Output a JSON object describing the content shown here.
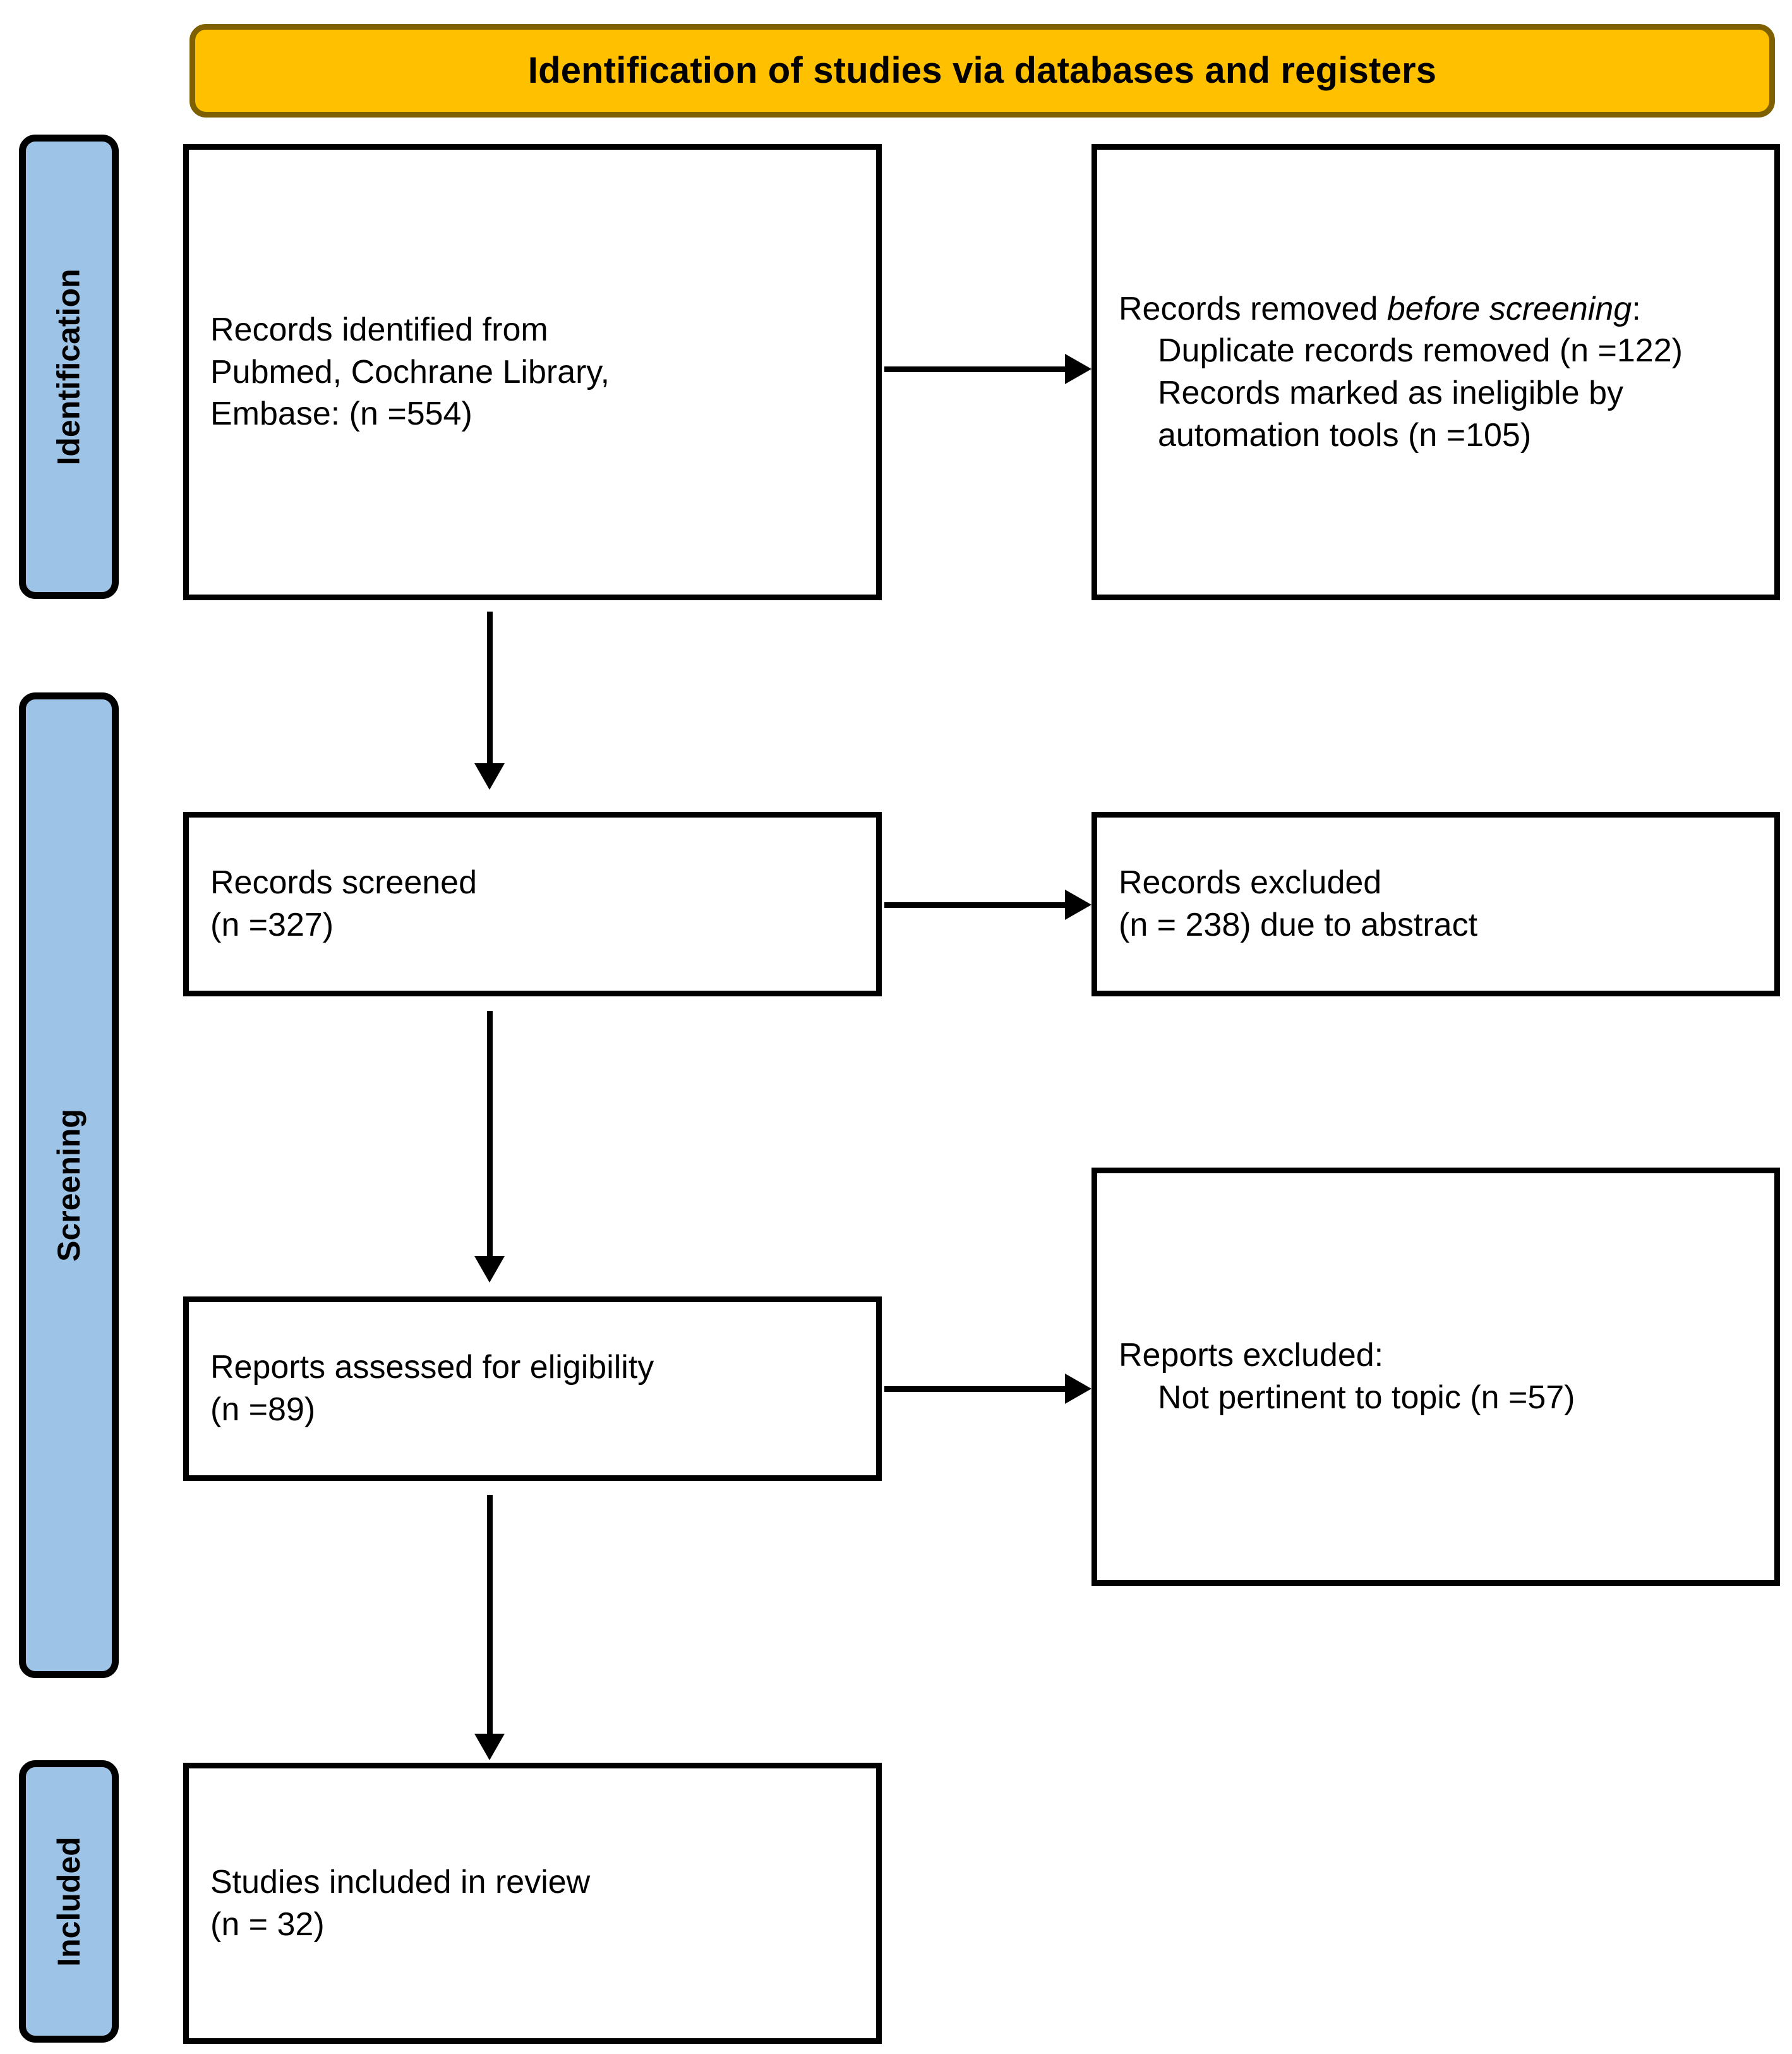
{
  "banner": {
    "title": "Identification of studies via databases and registers",
    "fill_color": "#FFC000",
    "border_color": "#7F6000"
  },
  "stages": {
    "fill_color": "#9DC3E6",
    "border_color": "#000000",
    "identification": "Identification",
    "screening": "Screening",
    "included": "Included"
  },
  "boxes": {
    "identified": {
      "line1": "Records identified from",
      "line2": "Pubmed, Cochrane Library,",
      "line3": "Embase: (n =554)"
    },
    "removed": {
      "lead_plain": "Records removed ",
      "lead_italic": "before screening",
      "lead_colon": ":",
      "item1": "Duplicate records removed (n =122)",
      "item2": "Records marked as ineligible by automation tools (n =105)"
    },
    "screened": {
      "line1": "Records screened",
      "line2": "(n =327)"
    },
    "records_excluded": {
      "line1": "Records excluded",
      "line2": "(n = 238) due to abstract"
    },
    "eligibility": {
      "line1": "Reports assessed for eligibility",
      "line2": "(n =89)"
    },
    "reports_excluded": {
      "line1": "Reports excluded:",
      "item1": "Not pertinent to topic (n =57)"
    },
    "included": {
      "line1": "Studies included in review",
      "line2": "(n = 32)"
    }
  },
  "chart_data": {
    "type": "diagram",
    "title": "Identification of studies via databases and registers",
    "diagram_kind": "PRISMA 2020 flow diagram",
    "stages": [
      "Identification",
      "Screening",
      "Included"
    ],
    "nodes": [
      {
        "id": "identified",
        "stage": "Identification",
        "column": "left",
        "label": "Records identified from Pubmed, Cochrane Library, Embase: (n =554)",
        "n": 554
      },
      {
        "id": "removed",
        "stage": "Identification",
        "column": "right",
        "label": "Records removed before screening: Duplicate records removed (n =122); Records marked as ineligible by automation tools (n =105)",
        "n_duplicates": 122,
        "n_automation": 105
      },
      {
        "id": "screened",
        "stage": "Screening",
        "column": "left",
        "label": "Records screened (n =327)",
        "n": 327
      },
      {
        "id": "records_excluded",
        "stage": "Screening",
        "column": "right",
        "label": "Records excluded (n = 238) due to abstract",
        "n": 238
      },
      {
        "id": "eligibility",
        "stage": "Screening",
        "column": "left",
        "label": "Reports assessed for eligibility (n =89)",
        "n": 89
      },
      {
        "id": "reports_excluded",
        "stage": "Screening",
        "column": "right",
        "label": "Reports excluded: Not pertinent to topic (n =57)",
        "n": 57
      },
      {
        "id": "included",
        "stage": "Included",
        "column": "left",
        "label": "Studies included in review (n = 32)",
        "n": 32
      }
    ],
    "edges": [
      {
        "from": "identified",
        "to": "removed",
        "direction": "right"
      },
      {
        "from": "identified",
        "to": "screened",
        "direction": "down"
      },
      {
        "from": "screened",
        "to": "records_excluded",
        "direction": "right"
      },
      {
        "from": "screened",
        "to": "eligibility",
        "direction": "down"
      },
      {
        "from": "eligibility",
        "to": "reports_excluded",
        "direction": "right"
      },
      {
        "from": "eligibility",
        "to": "included",
        "direction": "down"
      }
    ]
  }
}
